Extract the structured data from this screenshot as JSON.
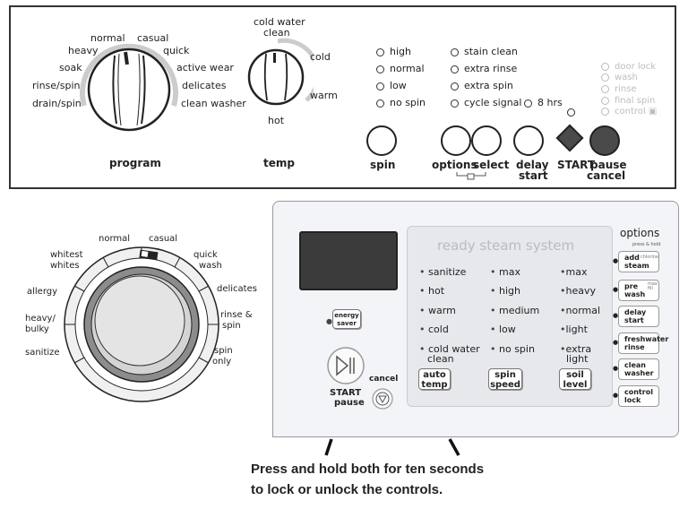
{
  "top_panel": {
    "program": {
      "title": "program",
      "labels": [
        "normal",
        "casual",
        "heavy",
        "quick",
        "soak",
        "active wear",
        "rinse/spin",
        "delicates",
        "drain/spin",
        "clean washer"
      ]
    },
    "temp": {
      "title": "temp",
      "labels": [
        "cold water",
        "clean",
        "cold",
        "warm",
        "hot"
      ]
    },
    "spin_options": [
      "high",
      "normal",
      "low",
      "no spin"
    ],
    "extra_options": [
      "stain clean",
      "extra rinse",
      "extra spin",
      "cycle signal"
    ],
    "delay_option": "8 hrs",
    "status_lights": [
      "door lock",
      "wash",
      "rinse",
      "final spin",
      "control"
    ],
    "buttons": {
      "spin": "spin",
      "options": "options",
      "select": "select",
      "delay1": "delay",
      "delay2": "start",
      "start": "START",
      "pause1": "pause",
      "pause2": "cancel"
    }
  },
  "program_dial": {
    "labels": [
      "normal",
      "casual",
      "whitest",
      "whites",
      "quick",
      "wash",
      "allergy",
      "delicates",
      "heavy/",
      "bulky",
      "rinse &",
      "spin",
      "sanitize",
      "spin",
      "only"
    ]
  },
  "bottom_panel": {
    "energy_saver": [
      "energy",
      "saver"
    ],
    "start_pause": [
      "START",
      "pause"
    ],
    "cancel": "cancel",
    "steam_title": "ready steam system",
    "temp_col": [
      "sanitize",
      "hot",
      "warm",
      "cold",
      "cold water",
      "clean"
    ],
    "spin_col": [
      "max",
      "high",
      "medium",
      "low",
      "no spin"
    ],
    "soil_col": [
      "max",
      "heavy",
      "normal",
      "light",
      "extra",
      "light"
    ],
    "keys": {
      "auto_temp": [
        "auto",
        "temp"
      ],
      "spin_speed": [
        "spin",
        "speed"
      ],
      "soil_level": [
        "soil",
        "level"
      ]
    },
    "options": {
      "title": "options",
      "press_hold": "press & hold",
      "add_steam": [
        "add",
        "steam"
      ],
      "chlorine": "chlorine",
      "pre_wash": [
        "pre",
        "wash"
      ],
      "max_fill": [
        "max",
        "fill"
      ],
      "delay_start": [
        "delay",
        "start"
      ],
      "freshwater_rinse": [
        "freshwater",
        "rinse"
      ],
      "clean_washer": [
        "clean",
        "washer"
      ],
      "control_lock": [
        "control",
        "lock"
      ]
    }
  },
  "caption": [
    "Press and hold both for ten seconds",
    "to lock or unlock the controls."
  ]
}
